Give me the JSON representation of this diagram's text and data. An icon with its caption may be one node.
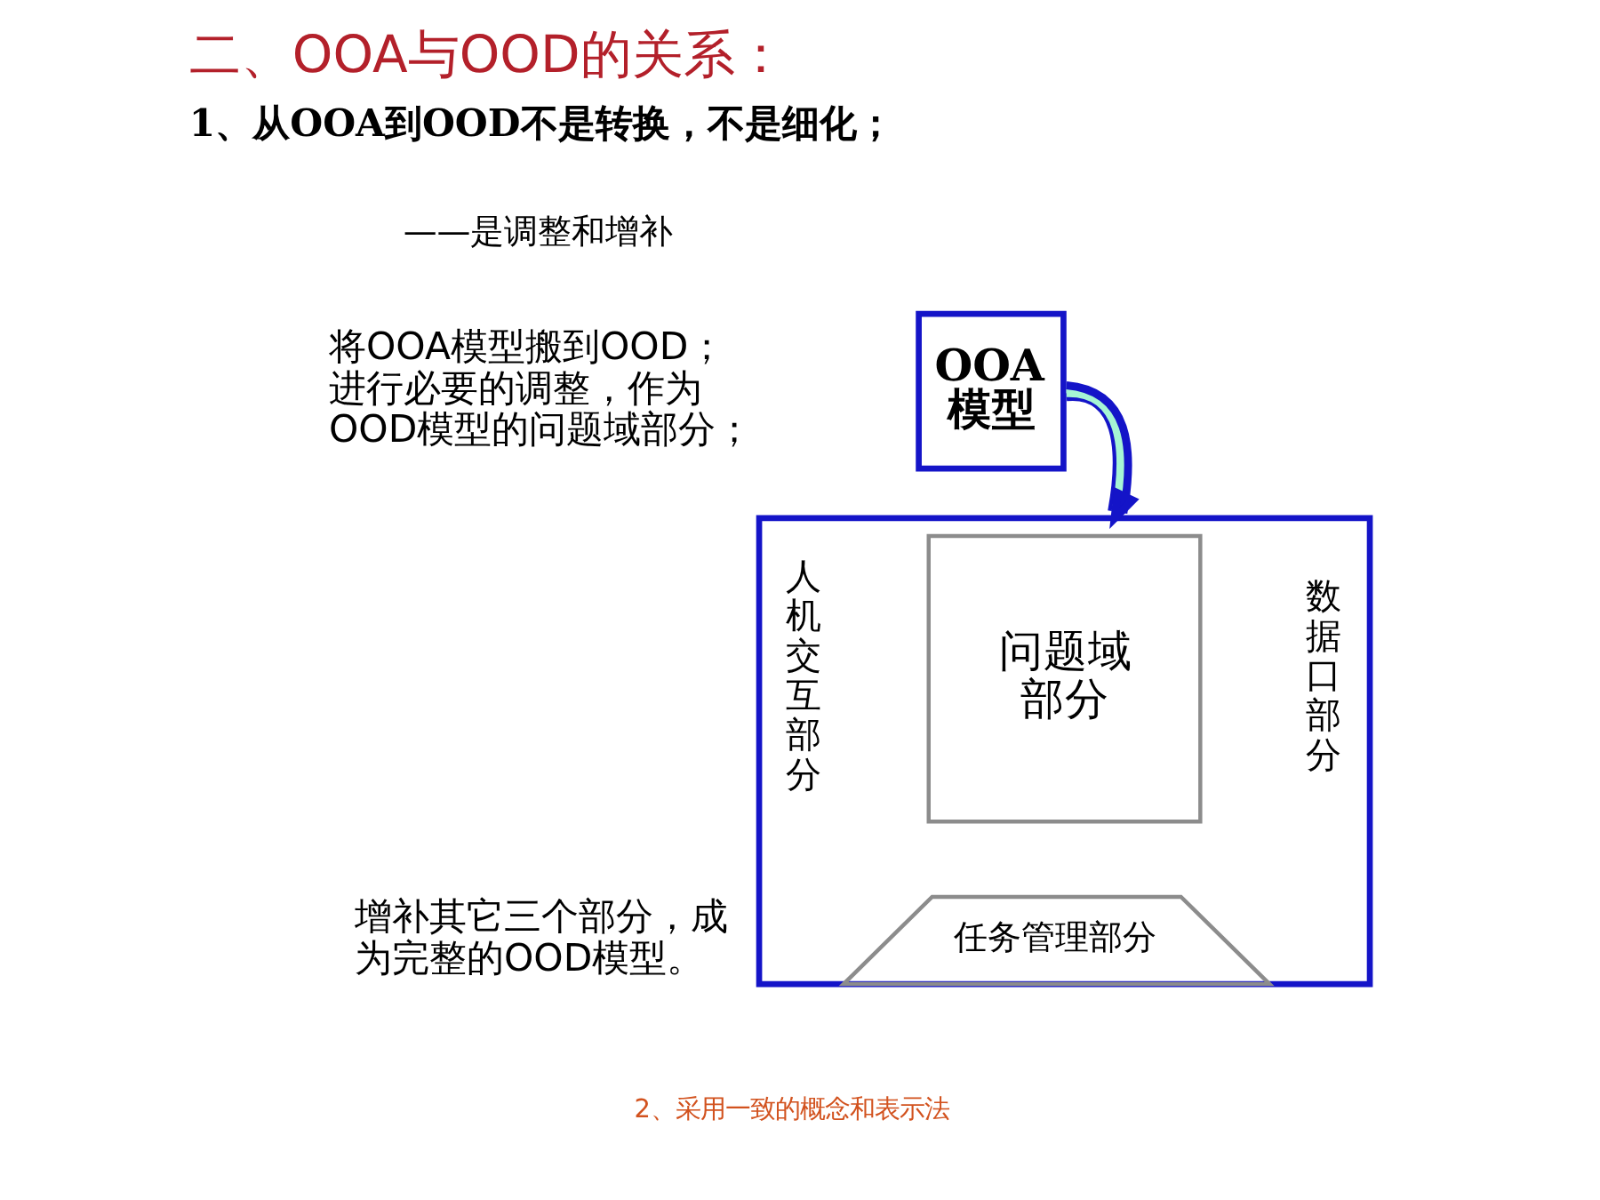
{
  "diagram": {
    "title": "二、OOA与OOD的关系：",
    "nodes": [
      {
        "text": [
          "OOA模型"
        ]
      },
      {
        "text": [],
        "shape": "box"
      },
      {
        "text": [
          "人机交互部分"
        ],
        "in": 1
      },
      {
        "text": [
          "问题域部分"
        ],
        "in": 1
      },
      {
        "text": [
          "数据口部分"
        ],
        "in": 1
      },
      {
        "text": [
          "任务管理部分"
        ],
        "in": 1
      }
    ],
    "edges": [
      {
        "from": 0,
        "to": 1,
        "arrow": "to"
      }
    ],
    "labels": [
      "1、从OOA到OOD不是转换，不是细化；",
      "——是调整和增补",
      "将OOA模型搬到OOD；进行必要的调整，作为OOD模型的问题域部分；",
      "增补其它三个部分，成为完整的OOD模型。",
      "2、采用一致的概念和表示法"
    ]
  }
}
